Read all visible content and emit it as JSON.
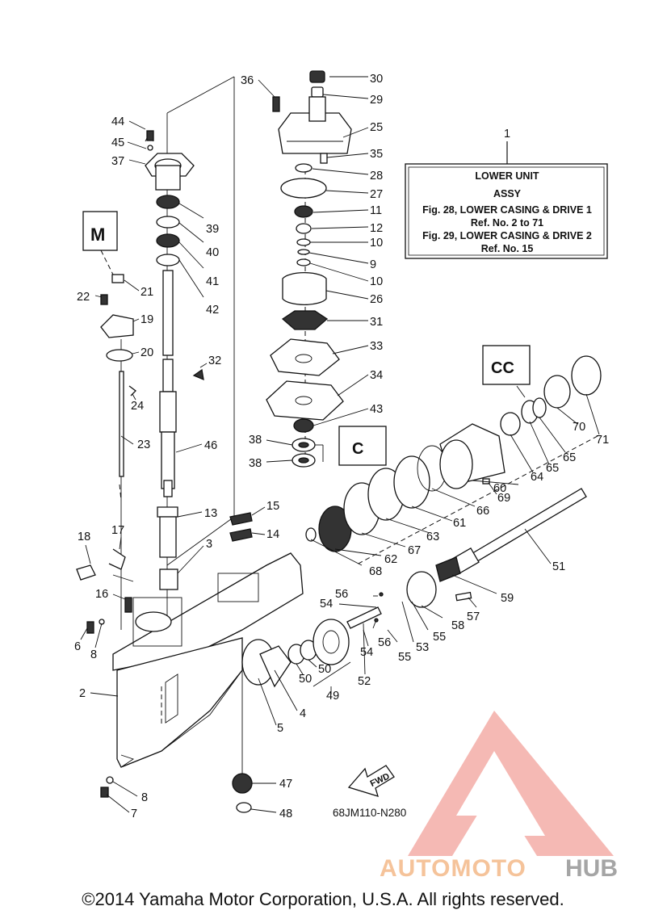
{
  "info_box": {
    "ref": "1",
    "line1": "LOWER UNIT",
    "line2": "ASSY",
    "line3": "Fig. 28, LOWER CASING & DRIVE 1",
    "line4": "Ref. No. 2 to 71",
    "line5": "Fig. 29, LOWER CASING & DRIVE 2",
    "line6": "Ref. No. 15"
  },
  "fwd_label": "FWD",
  "diagram_code": "68JM110-N280",
  "watermark": {
    "part1": "AUTOMOTO",
    "part2": "HUB",
    "color_main": "#f4a6a0",
    "color_hub": "#a9a9a9",
    "color_text": "#f7c7a0"
  },
  "copyright": "©2014 Yamaha Motor Corporation, U.S.A. All rights reserved.",
  "callouts": [
    "36",
    "30",
    "29",
    "25",
    "35",
    "28",
    "27",
    "11",
    "12",
    "10",
    "9",
    "10",
    "26",
    "31",
    "33",
    "34",
    "43",
    "38",
    "38",
    "44",
    "45",
    "37",
    "39",
    "40",
    "41",
    "42",
    "21",
    "22",
    "19",
    "20",
    "32",
    "24",
    "23",
    "46",
    "15",
    "14",
    "13",
    "3",
    "18",
    "17",
    "16",
    "6",
    "8",
    "2",
    "8",
    "7",
    "47",
    "48",
    "5",
    "4",
    "50",
    "50",
    "49",
    "52",
    "54",
    "56",
    "55",
    "56",
    "54",
    "53",
    "55",
    "58",
    "57",
    "59",
    "51",
    "68",
    "62",
    "67",
    "63",
    "61",
    "66",
    "60",
    "69",
    "64",
    "65",
    "65",
    "70",
    "71"
  ]
}
